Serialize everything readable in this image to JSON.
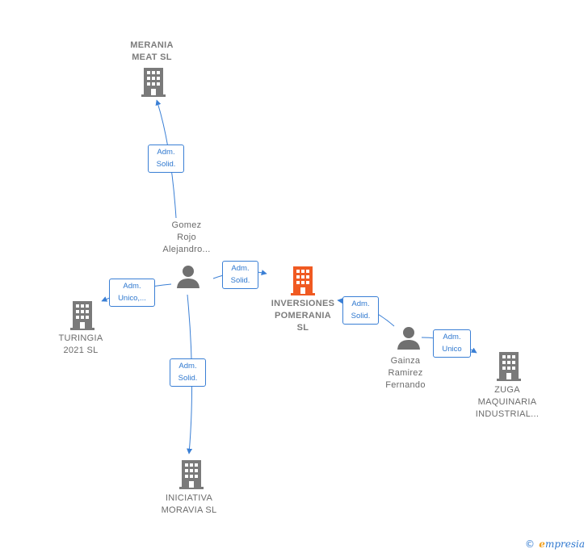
{
  "colors": {
    "edge": "#3a7fd5",
    "company_icon": "#7a7a7a",
    "focus_company_icon": "#f05a22",
    "person_icon": "#707070"
  },
  "nodes": {
    "merania": {
      "lines": [
        "MERANIA",
        "MEAT  SL"
      ],
      "icon": "building-icon"
    },
    "gomez": {
      "lines": [
        "Gomez",
        "Rojo",
        "Alejandro..."
      ],
      "icon": "person-icon"
    },
    "inversiones": {
      "lines": [
        "INVERSIONES",
        "POMERANIA",
        "SL"
      ],
      "icon": "building-icon"
    },
    "turingia": {
      "lines": [
        "TURINGIA",
        "2021  SL"
      ],
      "icon": "building-icon"
    },
    "gainza": {
      "lines": [
        "Gainza",
        "Ramirez",
        "Fernando"
      ],
      "icon": "person-icon"
    },
    "zuga": {
      "lines": [
        "ZUGA",
        "MAQUINARIA",
        "INDUSTRIAL..."
      ],
      "icon": "building-icon"
    },
    "iniciativa": {
      "lines": [
        "INICIATIVA",
        "MORAVIA  SL"
      ],
      "icon": "building-icon"
    }
  },
  "edges": {
    "gomez_merania": [
      "Adm.",
      "Solid."
    ],
    "gomez_inversiones": [
      "Adm.",
      "Solid."
    ],
    "gomez_turingia": [
      "Adm.",
      "Unico,..."
    ],
    "gomez_iniciativa": [
      "Adm.",
      "Solid."
    ],
    "gainza_inversiones": [
      "Adm.",
      "Solid."
    ],
    "gainza_zuga": [
      "Adm.",
      "Unico"
    ]
  },
  "footer": {
    "copyright": "©",
    "brand_first": "e",
    "brand_rest": "mpresia"
  }
}
